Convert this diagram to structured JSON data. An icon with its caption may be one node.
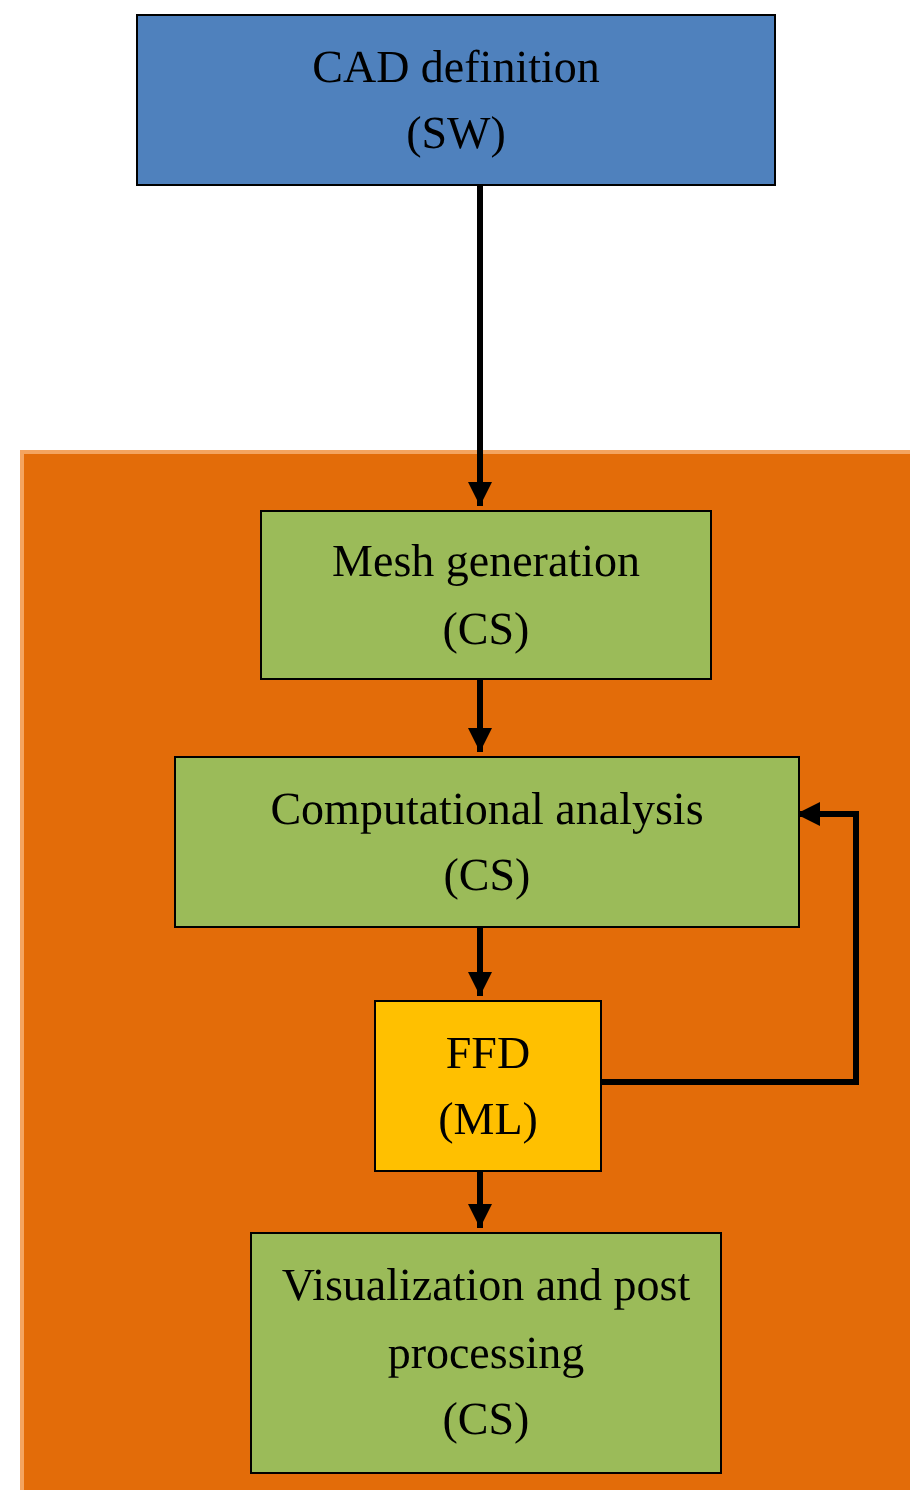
{
  "diagram": {
    "nodes": [
      {
        "text": [
          "CAD definition",
          "(SW)"
        ]
      },
      {
        "text": [],
        "shape": "box"
      },
      {
        "text": [
          "Mesh generation",
          "(CS)"
        ],
        "in": 1
      },
      {
        "text": [
          "Computational analysis",
          "(CS)"
        ],
        "in": 1
      },
      {
        "text": [
          "FFD",
          "(ML)"
        ],
        "in": 1
      },
      {
        "text": [
          "Visualization and post processing",
          "(CS)"
        ],
        "in": 1
      }
    ],
    "edges": [
      {
        "from": 0,
        "to": 2,
        "arrow": "to"
      },
      {
        "from": 2,
        "to": 3,
        "arrow": "to"
      },
      {
        "from": 3,
        "to": 4,
        "arrow": "to"
      },
      {
        "from": 4,
        "to": 3,
        "arrow": "to"
      },
      {
        "from": 4,
        "to": 5,
        "arrow": "to"
      }
    ]
  }
}
